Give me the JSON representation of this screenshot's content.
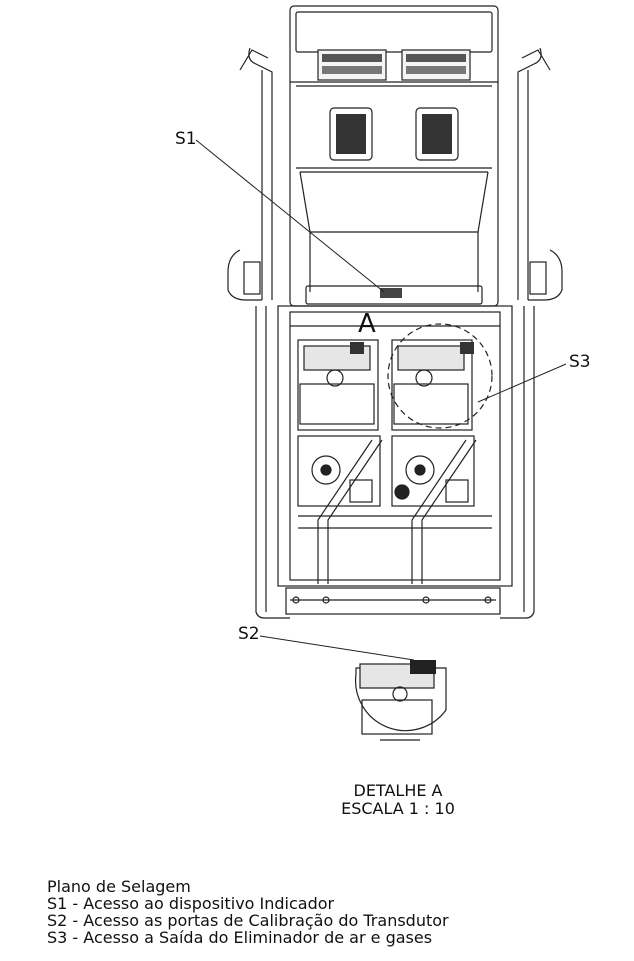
{
  "labels": {
    "s1": "S1",
    "s2": "S2",
    "s3": "S3",
    "detail_marker": "A"
  },
  "detail": {
    "title": "DETALHE A",
    "scale": "ESCALA 1 : 10"
  },
  "legend": {
    "heading": "Plano de Selagem",
    "items": [
      "S1 - Acesso ao dispositivo Indicador",
      "S2 - Acesso as portas de Calibração do Transdutor",
      "S3 - Acesso a Saída do Eliminador de ar e gases"
    ]
  }
}
